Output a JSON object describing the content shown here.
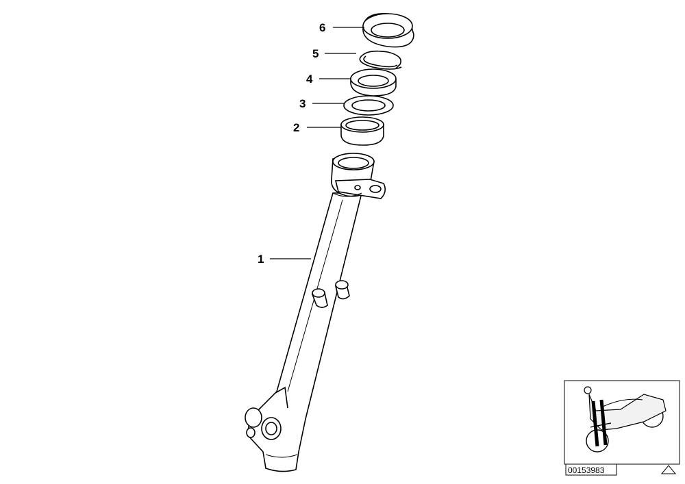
{
  "callouts": [
    {
      "id": "1",
      "label": "1"
    },
    {
      "id": "2",
      "label": "2"
    },
    {
      "id": "3",
      "label": "3"
    },
    {
      "id": "4",
      "label": "4"
    },
    {
      "id": "5",
      "label": "5"
    },
    {
      "id": "6",
      "label": "6"
    }
  ],
  "reference_number": "00153983",
  "icons": {
    "corner_mark": "triangle-icon",
    "inset": "motorcycle-thumbnail-icon"
  }
}
